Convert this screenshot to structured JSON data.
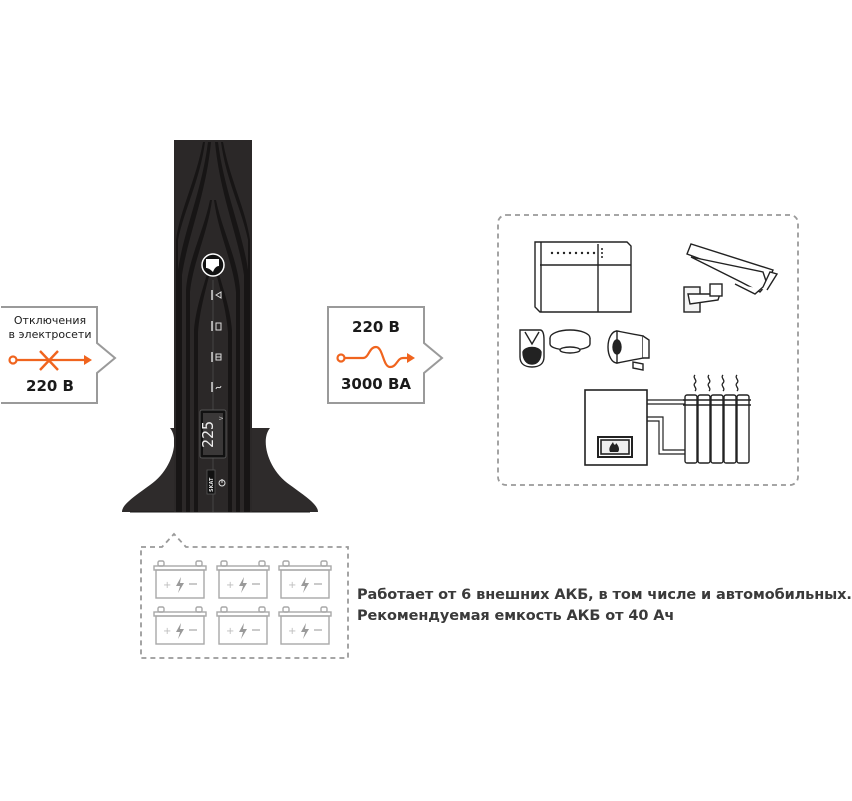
{
  "input_callout": {
    "title_line1": "Отключения",
    "title_line2": "в электросети",
    "voltage": "220 В",
    "icon": "power-outage-line-icon",
    "accent_color": "#f0641e"
  },
  "output_callout": {
    "voltage": "220 В",
    "power": "3000 ВА",
    "icon": "sine-wave-output-icon",
    "accent_color": "#f0641e"
  },
  "ups_device": {
    "display_value": "225",
    "display_unit": "V",
    "brand_label": "SKAT",
    "indicators": [
      "warning-icon",
      "battery-icon",
      "bypass-icon",
      "ac-input-icon"
    ],
    "power_button_icon": "power-icon"
  },
  "loads": {
    "items": [
      "alarm-control-panel",
      "surveillance-camera",
      "motion-detector",
      "smoke-detector",
      "siren-horn",
      "heating-boiler",
      "radiator"
    ]
  },
  "batteries": {
    "count": 6,
    "plus_symbol": "+",
    "minus_symbol": "−"
  },
  "caption": {
    "line1": "Работает от 6 внешних АКБ, в том числе и автомобильных.",
    "line2": "Рекомендуемая емкость АКБ от 40 Ач"
  },
  "colors": {
    "accent": "#f0641e",
    "frame_gray": "#9a9a9a",
    "device_body": "#2e2b2b",
    "device_dark": "#1a1818",
    "battery_gray": "#a8a8a8",
    "text_dark": "#1a1a1a",
    "caption_text": "#3a3a3a"
  }
}
